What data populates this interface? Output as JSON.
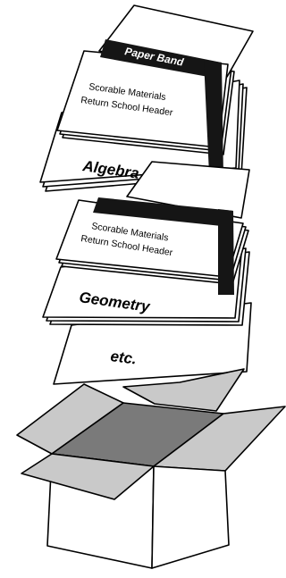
{
  "diagram": {
    "band_label": "Paper Band",
    "header_label_line1": "Scorable Materials",
    "header_label_line2": "Return School Header",
    "subject_1": "Algebra I",
    "subject_2": "Geometry",
    "subject_3": "etc."
  },
  "colors": {
    "band": "#151515",
    "box_inside": "#7a7a7a",
    "box_flap": "#c9c9c9",
    "box_front": "#ffffff",
    "outline": "#000000"
  }
}
